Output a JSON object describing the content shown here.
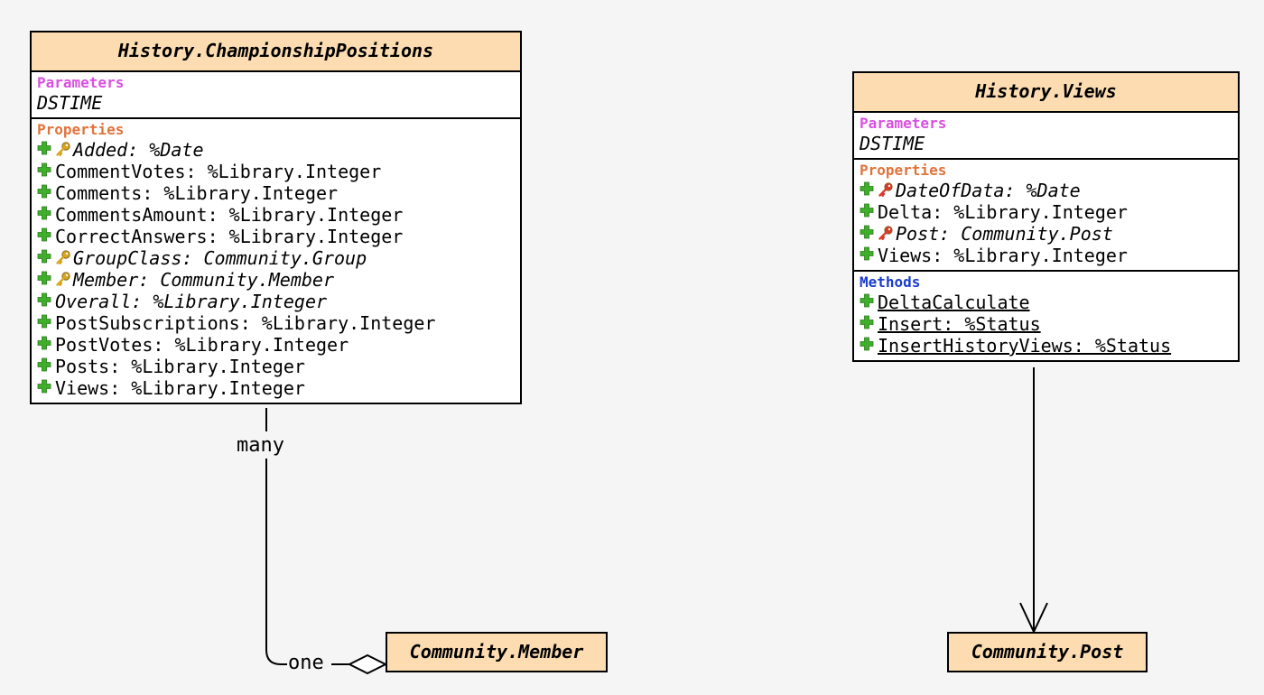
{
  "classes": {
    "championship": {
      "title": "History.ChampionshipPositions",
      "parameters_label": "Parameters",
      "parameters": [
        "DSTIME"
      ],
      "properties_label": "Properties",
      "properties": [
        {
          "text": "Added: %Date",
          "italic": true,
          "key": "gold"
        },
        {
          "text": "CommentVotes: %Library.Integer"
        },
        {
          "text": "Comments: %Library.Integer"
        },
        {
          "text": "CommentsAmount: %Library.Integer"
        },
        {
          "text": "CorrectAnswers: %Library.Integer"
        },
        {
          "text": "GroupClass: Community.Group",
          "italic": true,
          "key": "gold"
        },
        {
          "text": "Member: Community.Member",
          "italic": true,
          "key": "gold"
        },
        {
          "text": "Overall: %Library.Integer",
          "italic": true
        },
        {
          "text": "PostSubscriptions: %Library.Integer"
        },
        {
          "text": "PostVotes: %Library.Integer"
        },
        {
          "text": "Posts: %Library.Integer"
        },
        {
          "text": "Views: %Library.Integer"
        }
      ]
    },
    "views": {
      "title": "History.Views",
      "parameters_label": "Parameters",
      "parameters": [
        "DSTIME"
      ],
      "properties_label": "Properties",
      "properties": [
        {
          "text": "DateOfData: %Date",
          "italic": true,
          "key": "red"
        },
        {
          "text": "Delta: %Library.Integer"
        },
        {
          "text": "Post: Community.Post",
          "italic": true,
          "key": "red"
        },
        {
          "text": "Views: %Library.Integer"
        }
      ],
      "methods_label": "Methods",
      "methods": [
        "DeltaCalculate",
        "Insert: %Status",
        "InsertHistoryViews: %Status"
      ]
    }
  },
  "refs": {
    "member": "Community.Member",
    "post": "Community.Post"
  },
  "edges": {
    "many_label": "many",
    "one_label": "one"
  },
  "colors": {
    "header_bg": "#fcdcb0",
    "parameters": "#d94fe0",
    "properties": "#e0733c",
    "methods": "#1a3ccc",
    "plus_icon": "#3fae2a",
    "gold_key": "#d9a520",
    "red_key": "#d93a2a"
  }
}
